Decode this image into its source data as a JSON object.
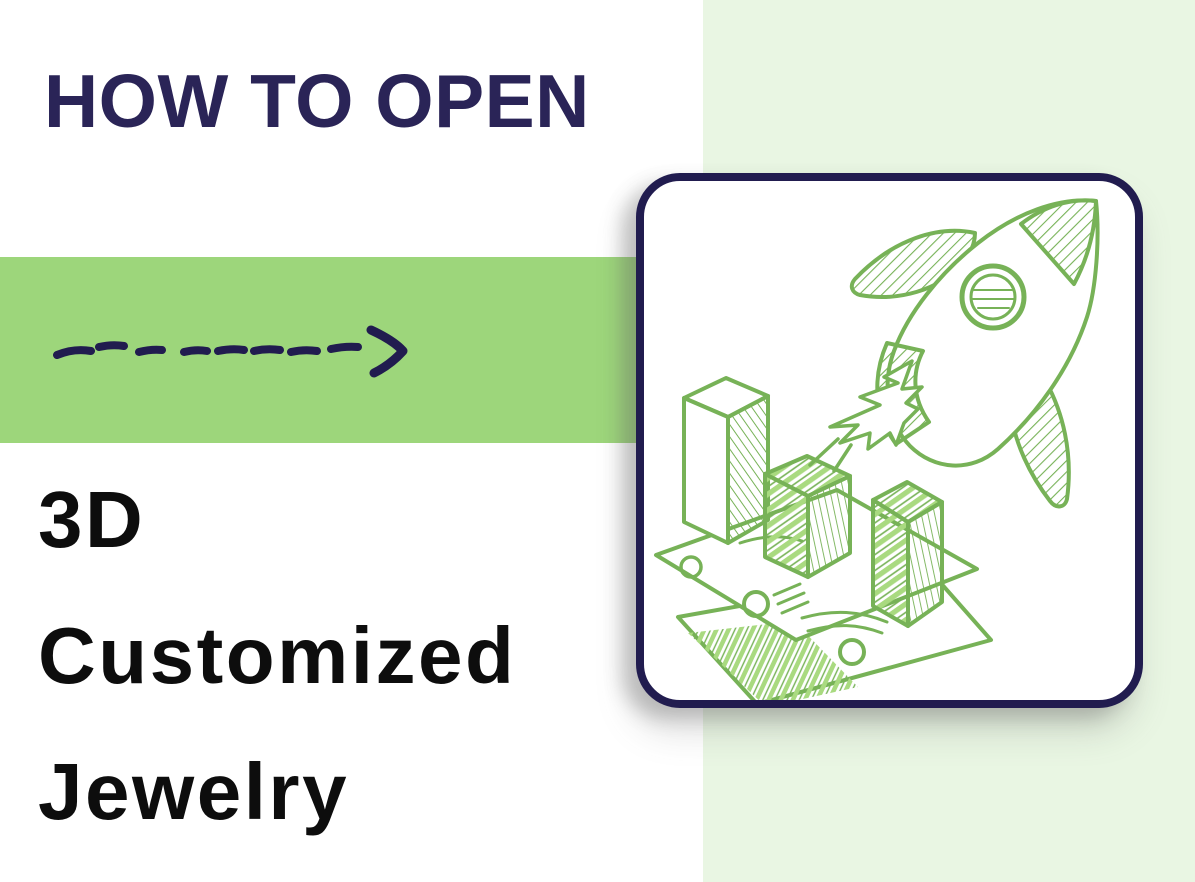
{
  "title": {
    "text": "HOW TO OPEN",
    "color": "#2a2457"
  },
  "headline": {
    "lines": [
      "3D",
      "Customized",
      "Jewelry"
    ],
    "color": "#0d0d0d"
  },
  "bands": {
    "horizontal_band_color": "#9dd67b",
    "vertical_band_color": "#e9f6e3"
  },
  "arrow": {
    "icon": "dashed-arrow-right-icon",
    "color": "#211c4f"
  },
  "card": {
    "border_color": "#211c4f",
    "background": "#ffffff",
    "illustration": {
      "icon": "rocket-growth-doodle",
      "stroke_color": "#77b257",
      "hatch_color": "#a9da80",
      "elements": [
        "rocket",
        "flame-leaf",
        "3d-bar-chart",
        "banknotes",
        "coin-circles"
      ]
    }
  }
}
